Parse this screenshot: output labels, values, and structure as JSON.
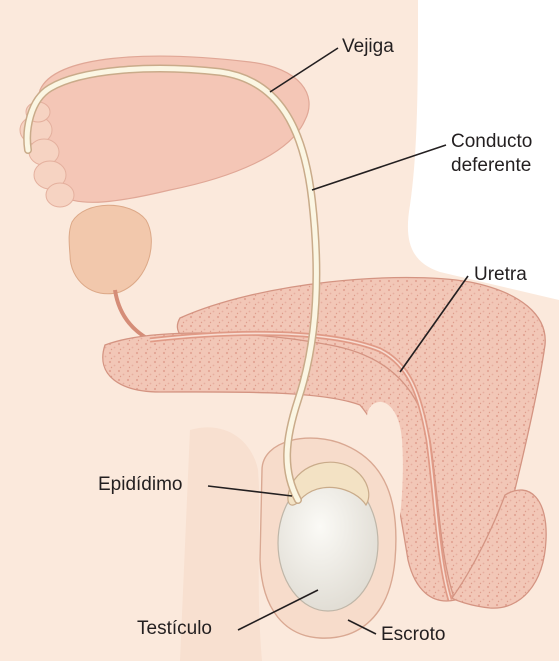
{
  "labels": {
    "bladder": "Vejiga",
    "vas_deferens_line1": "Conducto",
    "vas_deferens_line2": "deferente",
    "urethra": "Uretra",
    "epididymis": "Epidídimo",
    "testicle": "Testículo",
    "scrotum": "Escroto"
  },
  "colors": {
    "skin": "#fbe9dc",
    "skin_shadow": "#f3d2bf",
    "bladder": "#f4c6b6",
    "prostate": "#f2c8ac",
    "seminal_vesicle": "#f6d3c2",
    "duct": "#fbf6e3",
    "duct_outline": "#c9ab8a",
    "erectile_tissue": "#f0c2b2",
    "urethra": "#e6a28f",
    "testicle": "#f1efe9",
    "line": "#231f20"
  }
}
